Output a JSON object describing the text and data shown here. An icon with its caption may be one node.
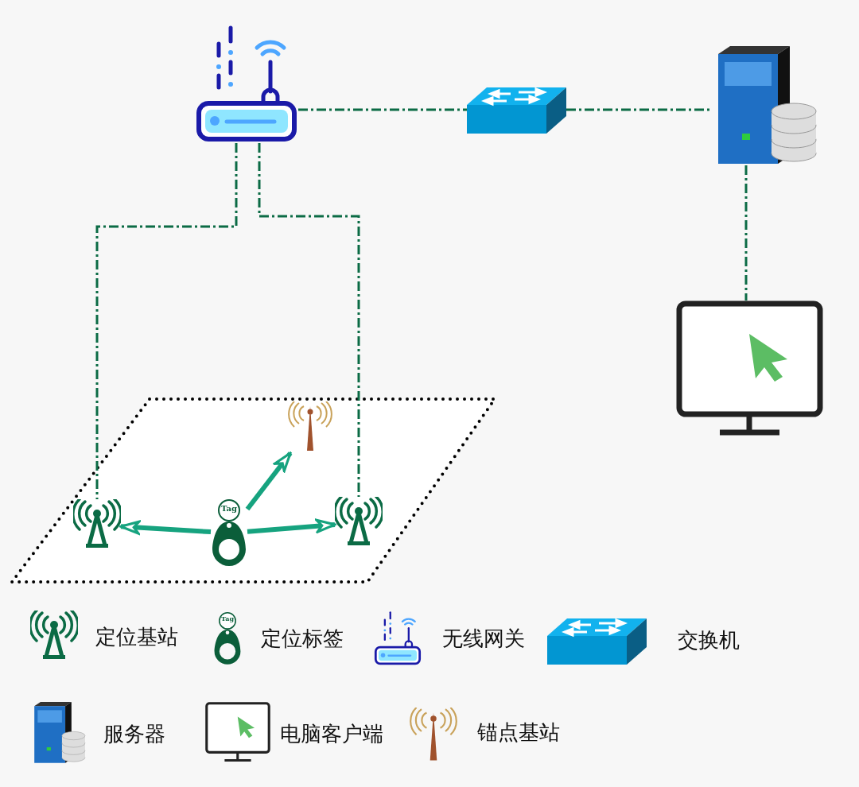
{
  "diagram": {
    "nodes": [
      {
        "text": [],
        "shape": "picture"
      },
      {
        "text": [],
        "shape": "picture"
      },
      {
        "text": [],
        "shape": "picture"
      },
      {
        "text": [],
        "shape": "picture"
      },
      {
        "text": [],
        "shape": "picture"
      },
      {
        "text": [],
        "shape": "picture"
      },
      {
        "text": [],
        "shape": "picture"
      },
      {
        "text": [
          "Tag"
        ]
      }
    ],
    "edges": [
      {
        "from": 0,
        "to": 1,
        "arrow": "none",
        "style": "dashed"
      },
      {
        "from": 1,
        "to": 2,
        "arrow": "none",
        "style": "dashed"
      },
      {
        "from": 2,
        "to": 3,
        "arrow": "none",
        "style": "dashed"
      },
      {
        "from": 0,
        "to": 4,
        "arrow": "none",
        "style": "dashed"
      },
      {
        "from": 0,
        "to": 5,
        "arrow": "none",
        "style": "dashed"
      },
      {
        "from": 7,
        "to": 6,
        "arrow": "to",
        "style": "thick",
        "color": "#16a37f"
      },
      {
        "from": 7,
        "to": 4,
        "arrow": "to",
        "style": "thick",
        "color": "#16a37f"
      },
      {
        "from": 7,
        "to": 5,
        "arrow": "to",
        "style": "thick",
        "color": "#16a37f"
      }
    ],
    "labels": [
      "Tag"
    ],
    "legend": [
      {
        "text": "定位基站"
      },
      {
        "text": "定位标签"
      },
      {
        "text": "无线网关"
      },
      {
        "text": "交换机"
      },
      {
        "text": "服务器"
      },
      {
        "text": "电脑客户端"
      },
      {
        "text": "锚点基站"
      }
    ]
  }
}
